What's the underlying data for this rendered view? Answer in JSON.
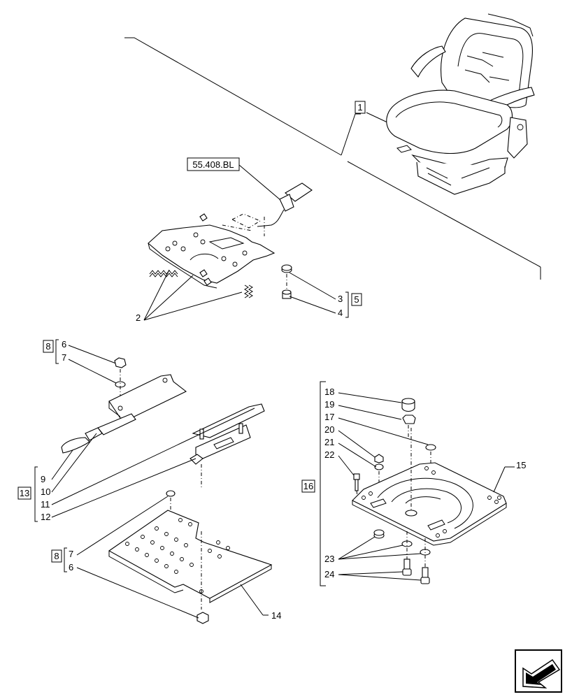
{
  "ref_link": "55.408.BL",
  "callouts": {
    "c1": "1",
    "c2": "2",
    "c3": "3",
    "c4": "4",
    "c5": "5",
    "c6a": "6",
    "c7a": "7",
    "c8a": "8",
    "c9": "9",
    "c10": "10",
    "c11": "11",
    "c12": "12",
    "c13": "13",
    "c7b": "7",
    "c6b": "6",
    "c8b": "8",
    "c14": "14",
    "c15": "15",
    "c16": "16",
    "c17": "17",
    "c18": "18",
    "c19": "19",
    "c20": "20",
    "c21": "21",
    "c22": "22",
    "c23": "23",
    "c24": "24"
  },
  "nav_icon": "arrow-navigation-icon"
}
